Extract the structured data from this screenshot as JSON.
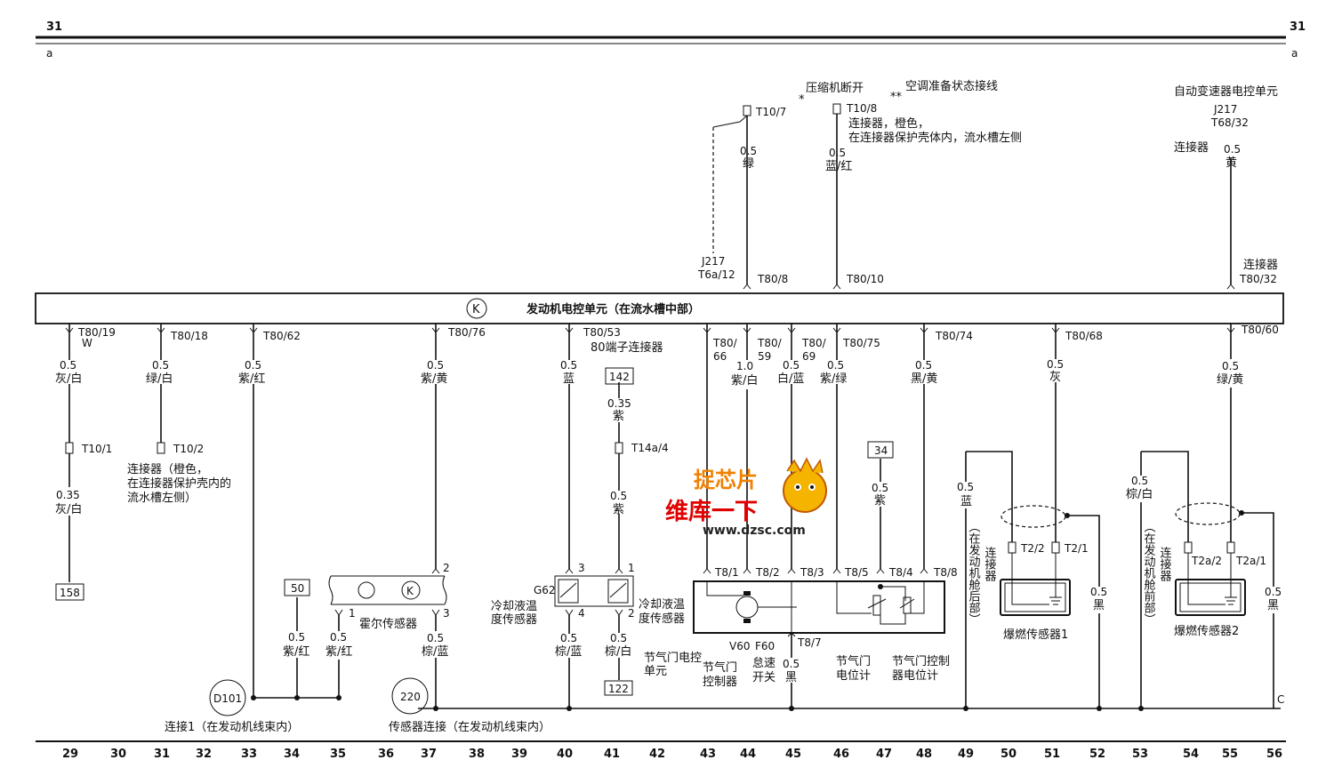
{
  "sheet": {
    "num_left": "31",
    "num_right": "31",
    "row_left": "a",
    "row_right": "a"
  },
  "ecu": {
    "label": "发动机电控单元（在流水槽中部）",
    "symbol": "K"
  },
  "top": {
    "comp_off": "压缩机断开",
    "comp_star": "*",
    "ac_ready": "空调准备状态接线",
    "ac_star": "**",
    "t10_7": "T10/7",
    "t10_8": "T10/8",
    "t10_8_desc1": "连接器，橙色，",
    "t10_8_desc2": "在连接器保护壳体内，流水槽左侧",
    "w_green_size": "0.5",
    "w_green_color": "绿",
    "w_bluered_size": "0.5",
    "w_bluered_color": "蓝/红",
    "j217_a": "J217",
    "t6a12": "T6a/12",
    "t80_8": "T80/8",
    "t80_10": "T80/10",
    "tcu": "自动变速器电控单元",
    "j217_b": "J217",
    "t68_32": "T68/32",
    "conn_a": "连接器",
    "w_yellow_size": "0.5",
    "w_yellow_color": "黄",
    "conn_b": "连接器",
    "t80_32": "T80/32"
  },
  "pins": {
    "p19": "T80/19",
    "p19w": "W",
    "p18": "T80/18",
    "p62": "T80/62",
    "p76": "T80/76",
    "p53": "T80/53",
    "p53d": "80端子连接器",
    "p66a": "T80/",
    "p66b": "66",
    "p59a": "T80/",
    "p59b": "59",
    "p69a": "T80/",
    "p69b": "69",
    "p75": "T80/75",
    "p74": "T80/74",
    "p68": "T80/68",
    "p60": "T80/60"
  },
  "wires": {
    "c29s": "0.5",
    "c29c": "灰/白",
    "c31s": "0.5",
    "c31c": "绿/白",
    "c33s": "0.5",
    "c33c": "紫/红",
    "c37s": "0.5",
    "c37c": "紫/黄",
    "c40s": "0.5",
    "c40c": "蓝",
    "c44s": "1.0",
    "c44c": "紫/白",
    "c45s": "0.5",
    "c45c": "白/蓝",
    "c46s": "0.5",
    "c46c": "紫/绿",
    "c48s": "0.5",
    "c48c": "黑/黄",
    "c51s": "0.5",
    "c51c": "灰",
    "c55s": "0.5",
    "c55c": "绿/黄",
    "c29bs": "0.35",
    "c29bc": "灰/白",
    "c41s": "0.35",
    "c41c": "紫",
    "c41bs": "0.5",
    "c41bc": "紫",
    "c47s": "0.5",
    "c47c": "紫",
    "c49s": "0.5",
    "c49c": "蓝",
    "c53s": "0.5",
    "c53c": "棕/白",
    "c52s": "0.5",
    "c52c": "黑",
    "c56s": "0.5",
    "c56c": "黑",
    "c34s": "0.5",
    "c34c": "紫/红",
    "c35s": "0.5",
    "c35c": "紫/红",
    "c37bs": "0.5",
    "c37bc": "棕/蓝",
    "c40bs": "0.5",
    "c40bc": "棕/蓝",
    "c41cs": "0.5",
    "c41cc": "棕/白",
    "c45bs": "0.5",
    "c45bc": "黑"
  },
  "conn": {
    "t10_1": "T10/1",
    "t10_2": "T10/2",
    "t10_2_d1": "连接器（橙色，",
    "t10_2_d2": "在连接器保护壳内的",
    "t10_2_d3": "流水槽左侧）",
    "t14a4": "T14a/4",
    "t8_1": "T8/1",
    "t8_2": "T8/2",
    "t8_3": "T8/3",
    "t8_5": "T8/5",
    "t8_4": "T8/4",
    "t8_8": "T8/8",
    "t8_7": "T8/7",
    "t2_2": "T2/2",
    "t2_1": "T2/1",
    "t2a_2": "T2a/2",
    "t2a_1": "T2a/1"
  },
  "refs": {
    "r158": "158",
    "r142": "142",
    "r34": "34",
    "r50": "50",
    "r122": "122",
    "d101": "D101",
    "r220": "220"
  },
  "components": {
    "hall": "霍尔传感器",
    "hall_pin2": "2",
    "hall_pin1": "1",
    "hall_pin3": "3",
    "g62": "G62",
    "cts1_a": "冷却液温",
    "cts1_b": "度传感器",
    "cts2_a": "冷却液温",
    "cts2_b": "度传感器",
    "g62_p3": "3",
    "g62_p4": "4",
    "cts_p1": "1",
    "cts_p2": "2",
    "tb_unit_a": "节气门电控",
    "tb_unit_b": "单元",
    "tb_ctrl_a": "节气门",
    "tb_ctrl_b": "控制器",
    "v60": "V60",
    "f60": "F60",
    "idle_a": "怠速",
    "idle_b": "开关",
    "tps_a": "节气门",
    "tps_b": "电位计",
    "tpc_a": "节气门控制",
    "tpc_b": "器电位计",
    "knock1": "爆燃传感器1",
    "knock2": "爆燃传感器2",
    "rear_v": "（在发动机舱后部）",
    "conn_v1": "连接器",
    "front_v": "（在发动机舱前部）",
    "conn_v2": "连接器"
  },
  "ground": {
    "conn1": "连接1（在发动机线束内）",
    "sensor_conn": "传感器连接（在发动机线束内）",
    "c": "C"
  },
  "columns": [
    "29",
    "30",
    "31",
    "32",
    "33",
    "34",
    "35",
    "36",
    "37",
    "38",
    "39",
    "40",
    "41",
    "42",
    "43",
    "44",
    "45",
    "46",
    "47",
    "48",
    "49",
    "50",
    "51",
    "52",
    "53",
    "54",
    "55",
    "56"
  ],
  "watermark": {
    "line1": "捉芯片",
    "line2": "维库一下",
    "url": "www.dzsc.com"
  }
}
